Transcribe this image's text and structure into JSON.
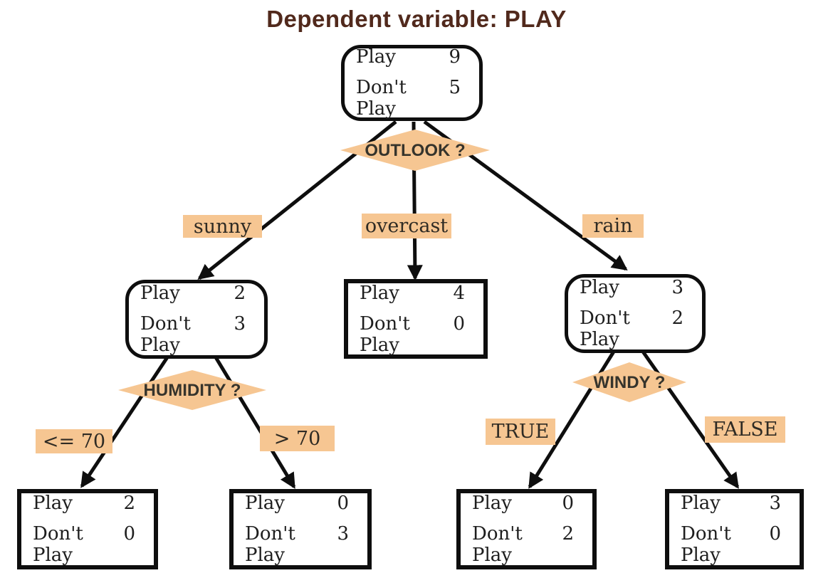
{
  "title": "Dependent variable: PLAY",
  "colors": {
    "accent": "#f6c692",
    "title_text": "#51291c",
    "line": "#0e0e0e",
    "node_text": "#1e1e1e",
    "decision_text": "#36342c",
    "label_text": "#2f2b24"
  },
  "decisions": {
    "outlook": "OUTLOOK ?",
    "humidity": "HUMIDITY ?",
    "windy": "WINDY ?"
  },
  "branches": {
    "sunny": "sunny",
    "overcast": "overcast",
    "rain": "rain",
    "humidity_le": "<= 70",
    "humidity_gt": "> 70",
    "windy_true": "TRUE",
    "windy_false": "FALSE"
  },
  "nodes": {
    "root": {
      "rows": [
        {
          "label": "Play",
          "value": "9"
        },
        {
          "label": "Don't Play",
          "value": "5"
        }
      ]
    },
    "sunny": {
      "rows": [
        {
          "label": "Play",
          "value": "2"
        },
        {
          "label": "Don't Play",
          "value": "3"
        }
      ]
    },
    "overcast": {
      "rows": [
        {
          "label": "Play",
          "value": "4"
        },
        {
          "label": "Don't Play",
          "value": "0"
        }
      ]
    },
    "rain": {
      "rows": [
        {
          "label": "Play",
          "value": "3"
        },
        {
          "label": "Don't Play",
          "value": "2"
        }
      ]
    },
    "humidity_le": {
      "rows": [
        {
          "label": "Play",
          "value": "2"
        },
        {
          "label": "Don't Play",
          "value": "0"
        }
      ]
    },
    "humidity_gt": {
      "rows": [
        {
          "label": "Play",
          "value": "0"
        },
        {
          "label": "Don't Play",
          "value": "3"
        }
      ]
    },
    "windy_true": {
      "rows": [
        {
          "label": "Play",
          "value": "0"
        },
        {
          "label": "Don't Play",
          "value": "2"
        }
      ]
    },
    "windy_false": {
      "rows": [
        {
          "label": "Play",
          "value": "3"
        },
        {
          "label": "Don't Play",
          "value": "0"
        }
      ]
    }
  }
}
